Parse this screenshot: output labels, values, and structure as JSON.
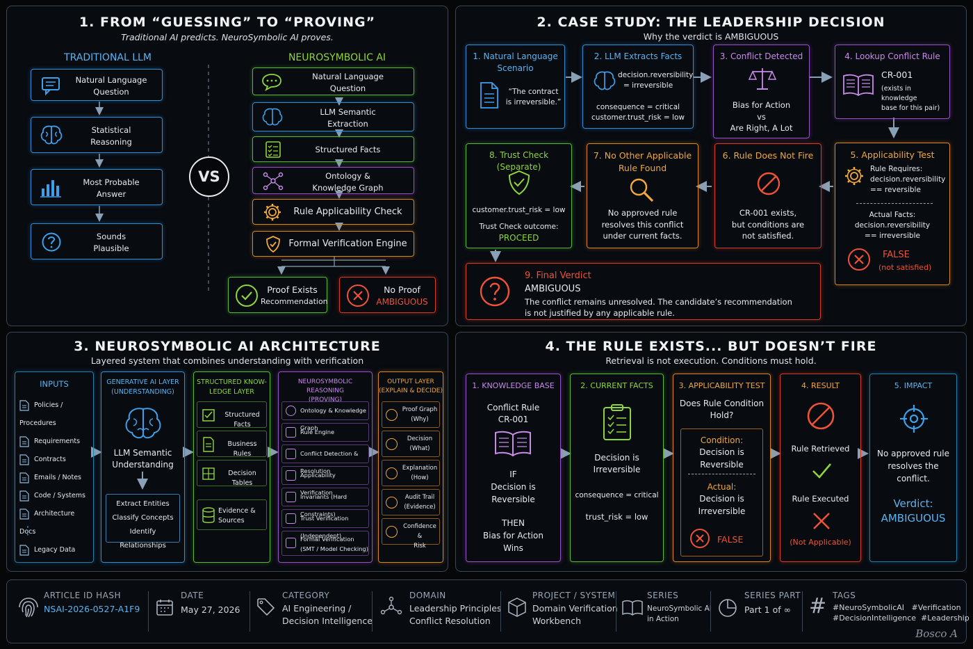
{
  "colors": {
    "blue": "#2f8fd8",
    "green": "#58b83a",
    "purple": "#9b50c8",
    "orange": "#d9861d",
    "red": "#d83a26"
  },
  "s1": {
    "title": "1. FROM “GUESSING” TO “PROVING”",
    "subtitle": "Traditional AI predicts. NeuroSymbolic AI proves.",
    "left_heading": "TRADITIONAL LLM",
    "right_heading": "NEUROSYMBOLIC AI",
    "left": [
      {
        "l1": "Natural Language",
        "l2": "Question",
        "icon": "chat-icon"
      },
      {
        "l1": "Statistical",
        "l2": "Reasoning",
        "icon": "brain-icon"
      },
      {
        "l1": "Most Probable",
        "l2": "Answer",
        "icon": "bar-chart-icon"
      },
      {
        "l1": "Sounds",
        "l2": "Plausible",
        "icon": "question-icon"
      }
    ],
    "vs": "VS",
    "right": [
      {
        "l1": "Natural Language",
        "l2": "Question",
        "icon": "chat-icon"
      },
      {
        "l1": "LLM Semantic",
        "l2": "Extraction",
        "icon": "brain-icon"
      },
      {
        "l1": "Structured Facts",
        "l2": "",
        "icon": "checklist-icon"
      },
      {
        "l1": "Ontology &",
        "l2": "Knowledge Graph",
        "icon": "graph-icon"
      },
      {
        "l1": "Rule Applicability Check",
        "l2": "",
        "icon": "gear-icon"
      },
      {
        "l1": "Formal Verification Engine",
        "l2": "",
        "icon": "shield-icon"
      }
    ],
    "proof": {
      "l1": "Proof Exists",
      "l2": "Recommendation"
    },
    "noproof": {
      "l1": "No Proof",
      "l2": "AMBIGUOUS"
    }
  },
  "s2": {
    "title": "2. CASE STUDY: THE LEADERSHIP DECISION",
    "subtitle": "Why the verdict is AMBIGUOUS",
    "b1": {
      "t1": "1. Natural Language",
      "t2": "Scenario",
      "q1": "“The contract",
      "q2": "is irreversible.”"
    },
    "b2": {
      "t": "2. LLM Extracts Facts",
      "f1": "decision.reversibility",
      "f2": "= irreversible",
      "f3": "consequence = critical",
      "f4": "customer.trust_risk = low"
    },
    "b3": {
      "t": "3. Conflict Detected",
      "a": "Bias for Action",
      "vs": "vs",
      "b": "Are Right, A Lot"
    },
    "b4": {
      "t": "4. Lookup Conflict Rule",
      "r": "CR-001",
      "n1": "(exists in knowledge",
      "n2": "base for this pair)"
    },
    "b5": {
      "t": "5. Applicability Test",
      "req": "Rule Requires:",
      "req1": "decision.reversibility",
      "req2": "== reversible",
      "act": "Actual Facts:",
      "act1": "decision.reversibility",
      "act2": "== irreversible",
      "res": "FALSE",
      "res2": "(not satisfied)"
    },
    "b6": {
      "t": "6. Rule Does Not Fire",
      "l1": "CR-001 exists,",
      "l2": "but conditions are",
      "l3": "not satisfied."
    },
    "b7": {
      "t1": "7. No Other Applicable",
      "t2": "Rule Found",
      "l1": "No approved rule",
      "l2": "resolves this conflict",
      "l3": "under current facts."
    },
    "b8": {
      "t": "8. Trust Check (Separate)",
      "l1": "customer.trust_risk = low",
      "l2": "Trust Check outcome:",
      "l3": "PROCEED"
    },
    "b9": {
      "t": "9. Final Verdict",
      "v": "AMBIGUOUS",
      "l1": "The conflict remains unresolved. The candidate’s recommendation",
      "l2": "is not justified by any applicable rule."
    }
  },
  "s3": {
    "title": "3. NEUROSYMBOLIC AI ARCHITECTURE",
    "subtitle": "Layered system that combines understanding with verification",
    "inputs": {
      "h": "INPUTS",
      "items": [
        "Policies / Procedures",
        "Requirements",
        "Contracts",
        "Emails / Notes",
        "Code / Systems",
        "Architecture Docs",
        "Legacy Data"
      ],
      "more": "⋮"
    },
    "gen": {
      "h1": "GENERATIVE AI LAYER",
      "h2": "(UNDERSTANDING)",
      "m1": "LLM Semantic",
      "m2": "Understanding",
      "items": [
        "Extract Entities",
        "Classify Concepts",
        "Identify Relationships"
      ]
    },
    "struct": {
      "h1": "STRUCTURED KNOW-",
      "h2": "LEDGE LAYER",
      "items": [
        "Structured Facts",
        "Business Rules",
        "Decision Tables"
      ],
      "ev1": "Evidence &",
      "ev2": "Sources"
    },
    "nsr": {
      "h1": "NEUROSYMBOLIC REASONING",
      "h2": "(PROVING)",
      "items": [
        "Ontology & Knowledge Graph",
        "Rule Engine",
        "Conflict Detection & Resolution",
        "Applicability Verification",
        "Invariants (Hard Constraints)",
        "Trust Verification (Independent)",
        "Formal Verification"
      ],
      "extra": "(SMT / Model Checking)"
    },
    "out": {
      "h1": "OUTPUT LAYER",
      "h2": "(EXPLAIN & DECIDE)",
      "items": [
        {
          "a": "Proof Graph",
          "b": "(Why)"
        },
        {
          "a": "Decision",
          "b": "(What)"
        },
        {
          "a": "Explanation",
          "b": "(How)"
        },
        {
          "a": "Audit Trail",
          "b": "(Evidence)"
        },
        {
          "a": "Confidence &",
          "b": "Risk"
        }
      ]
    }
  },
  "s4": {
    "title": "4. THE RULE EXISTS... BUT DOESN’T FIRE",
    "subtitle": "Retrieval is not execution. Conditions must hold.",
    "kb": {
      "h": "1. KNOWLEDGE BASE",
      "a": "Conflict Rule",
      "b": "CR-001",
      "c": "IF",
      "d": "Decision is",
      "e": "Reversible",
      "f": "THEN",
      "g": "Bias for Action",
      "h2": "Wins"
    },
    "cf": {
      "h": "2. CURRENT FACTS",
      "a": "Decision is",
      "b": "Irreversible",
      "c": "consequence = critical",
      "d": "trust_risk = low"
    },
    "at": {
      "h": "3. APPLICABILITY TEST",
      "q1": "Does Rule Condition",
      "q2": "Hold?",
      "cl": "Condition:",
      "c1": "Decision is",
      "c2": "Reversible",
      "al": "Actual:",
      "a1": "Decision is",
      "a2": "Irreversible",
      "r": "FALSE"
    },
    "rs": {
      "h": "4. RESULT",
      "a": "Rule Retrieved",
      "b": "Rule Executed",
      "c": "(Not Applicable)"
    },
    "im": {
      "h": "5. IMPACT",
      "a": "No approved rule",
      "b": "resolves the",
      "c": "conflict.",
      "v1": "Verdict:",
      "v2": "AMBIGUOUS"
    }
  },
  "footer": {
    "id": {
      "l": "ARTICLE ID HASH",
      "v": "NSAI-2026-0527-A1F9"
    },
    "date": {
      "l": "DATE",
      "v": "May 27, 2026"
    },
    "cat": {
      "l": "CATEGORY",
      "v1": "AI Engineering /",
      "v2": "Decision Intelligence"
    },
    "dom": {
      "l": "DOMAIN",
      "v1": "Leadership Principles",
      "v2": "Conflict Resolution"
    },
    "proj": {
      "l": "PROJECT / SYSTEM",
      "v1": "Domain Verification",
      "v2": "Workbench"
    },
    "ser": {
      "l": "SERIES",
      "v1": "NeuroSymbolic AI",
      "v2": "in Action"
    },
    "part": {
      "l": "SERIES PART",
      "v": "Part 1 of ∞"
    },
    "tags": {
      "l": "TAGS",
      "v1": "#NeuroSymbolicAI   #Verification",
      "v2": "#DecisionIntelligence  #Leadership"
    },
    "sig": "Bosco A"
  }
}
